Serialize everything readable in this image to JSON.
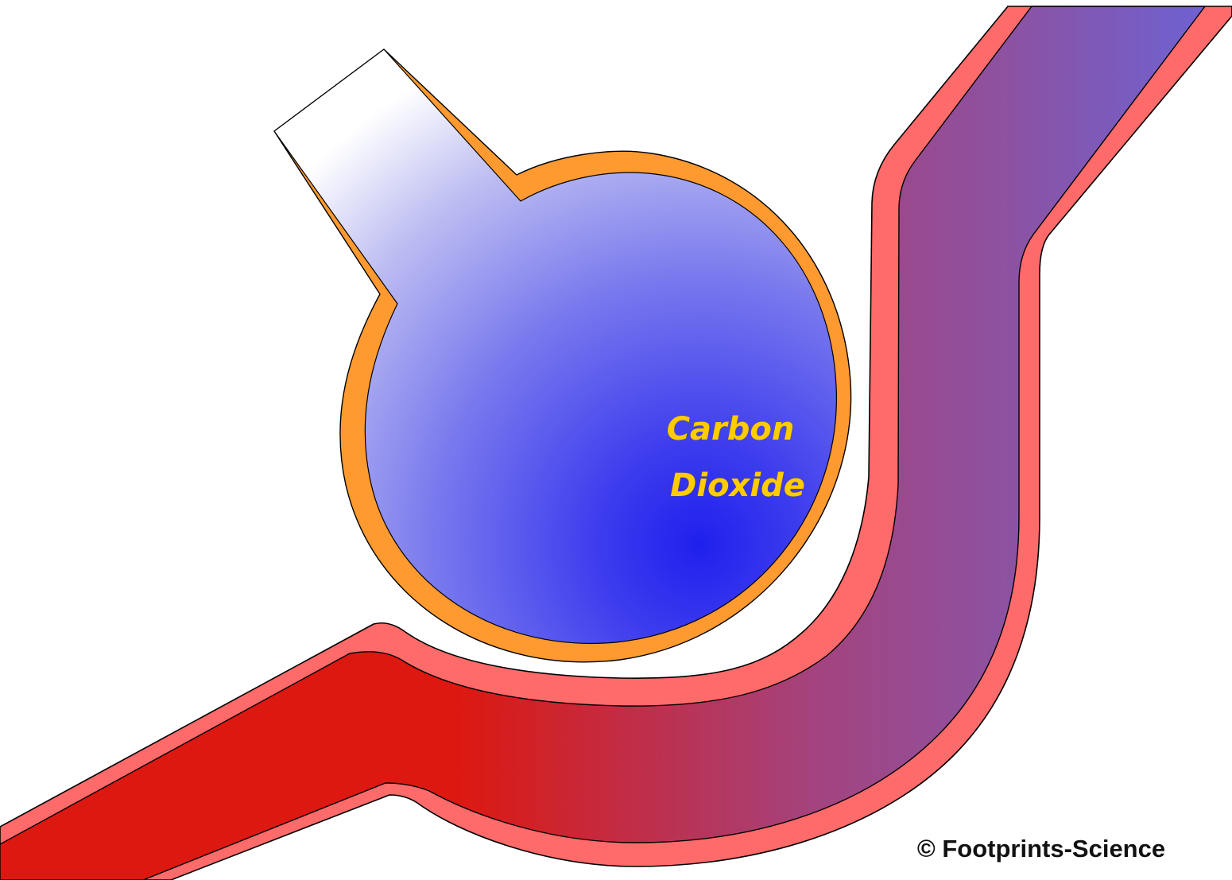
{
  "labels": {
    "gas": [
      "Carbon",
      "Dioxide"
    ],
    "copyright": "© Footprints-Science"
  },
  "colors": {
    "alveolus_wall": "#ff9a30",
    "alveolus_fill_deep": "#2020ee",
    "alveolus_fill_light": "#ffffff",
    "vessel_wall": "#ff6a6a",
    "blood_oxygenated": "#dd1810",
    "blood_deoxygenated": "#6a64d8",
    "gas_text": "#ffcc00"
  }
}
